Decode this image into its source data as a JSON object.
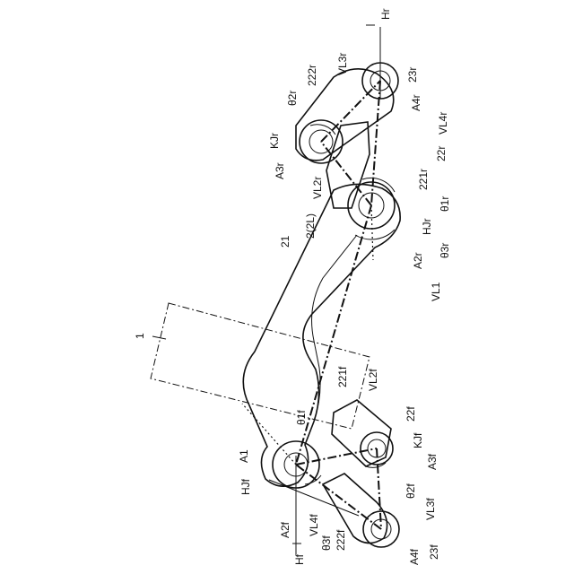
{
  "figure": {
    "labels": {
      "Hr": "Hr",
      "VL3r": "VL3r",
      "222r": "222r",
      "23r": "23r",
      "theta2r": "θ2r",
      "A4r": "A4r",
      "VL4r": "VL4r",
      "KJr": "KJr",
      "22r": "22r",
      "A3r": "A3r",
      "221r": "221r",
      "VL2r": "VL2r",
      "theta1r": "θ1r",
      "2_2L": "2(2L)",
      "HJr": "HJr",
      "21": "21",
      "theta3r": "θ3r",
      "A2r": "A2r",
      "VL1": "VL1",
      "1": "1",
      "221f": "221f",
      "VL2f": "VL2f",
      "theta1f": "θ1f",
      "22f": "22f",
      "KJf": "KJf",
      "A1": "A1",
      "HJf": "HJf",
      "A3f": "A3f",
      "theta2f": "θ2f",
      "Hf": "Hf",
      "A2f": "A2f",
      "VL4f": "VL4f",
      "VL3f": "VL3f",
      "theta3f": "θ3f",
      "222f": "222f",
      "A4f": "A4f",
      "23f": "23f"
    }
  }
}
